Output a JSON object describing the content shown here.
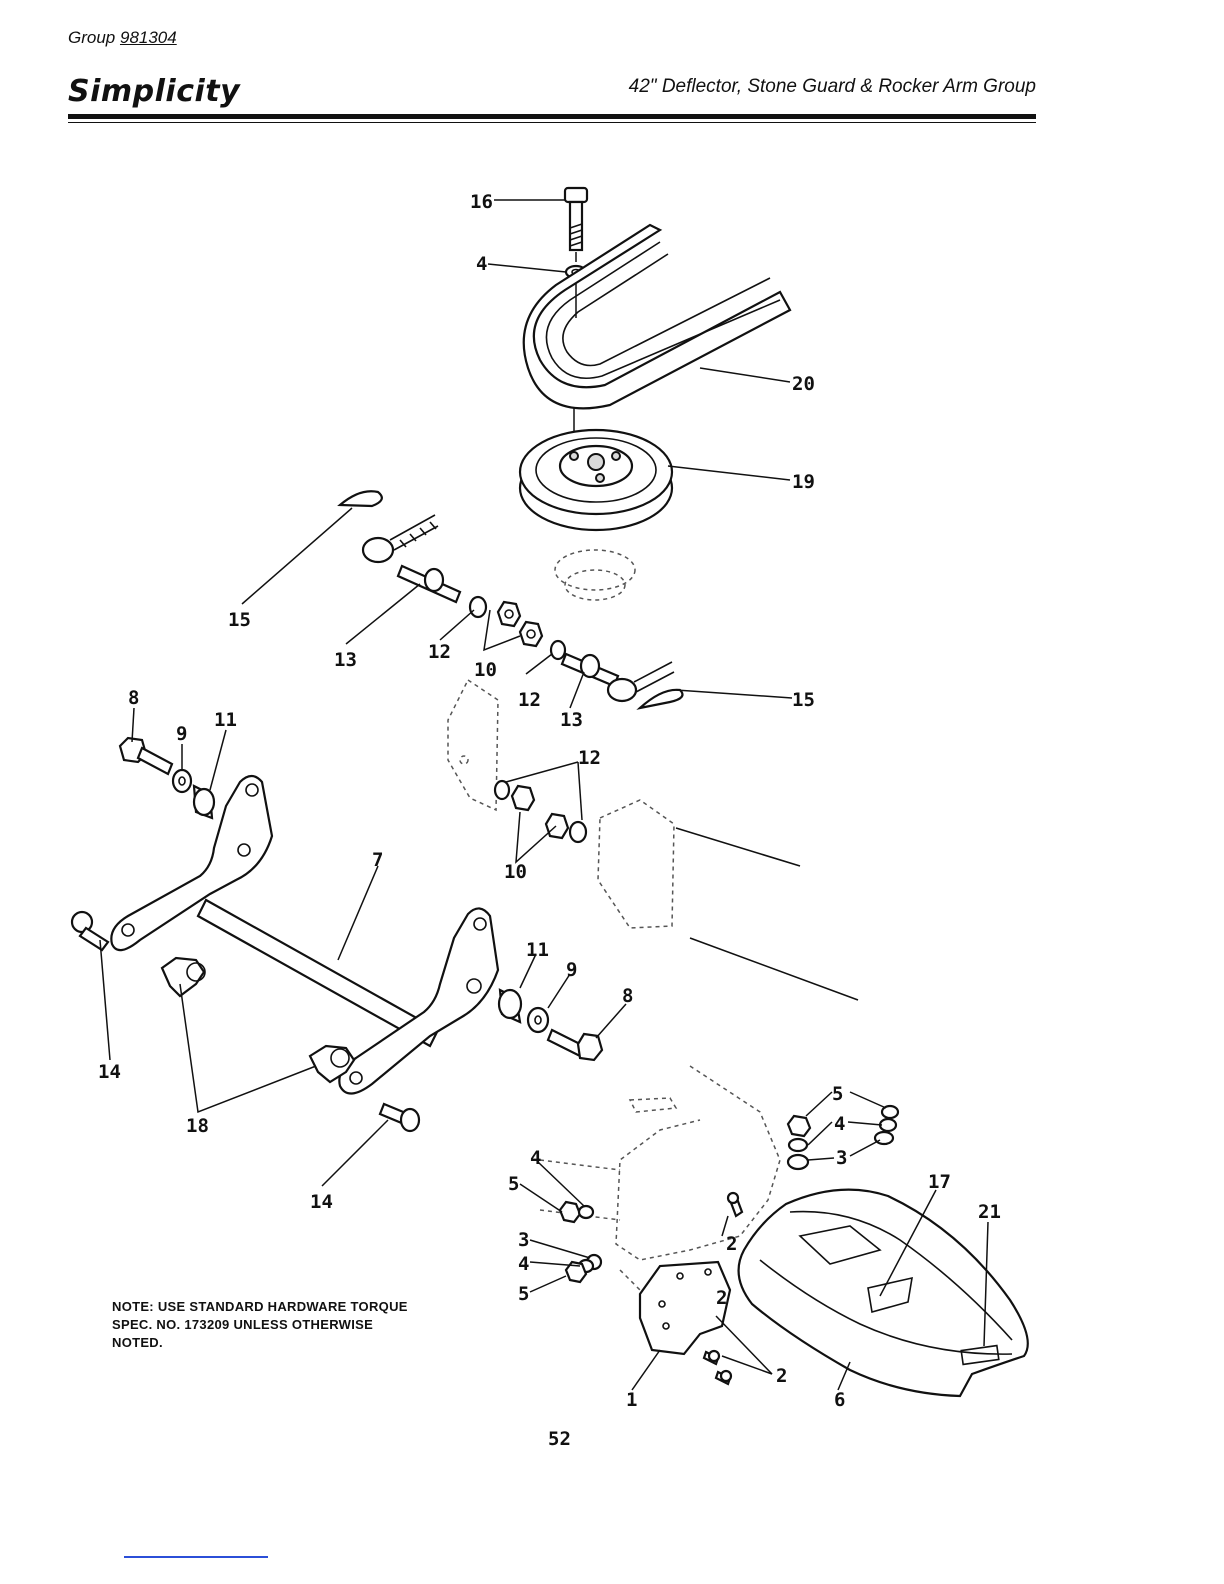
{
  "header": {
    "group_label": "Group",
    "group_number": "981304",
    "brand": "Simplicity",
    "title": "42\" Deflector, Stone Guard & Rocker Arm Group"
  },
  "callouts": {
    "c16": "16",
    "c4a": "4",
    "c20": "20",
    "c19": "19",
    "c15a": "15",
    "c13a": "13",
    "c12a": "12",
    "c10a": "10",
    "c12b": "12",
    "c13b": "13",
    "c15b": "15",
    "c8a": "8",
    "c9a": "9",
    "c11a": "11",
    "c12c": "12",
    "c10b": "10",
    "c7": "7",
    "c11b": "11",
    "c9b": "9",
    "c8b": "8",
    "c14a": "14",
    "c18": "18",
    "c14b": "14",
    "c5a": "5",
    "c4b": "4",
    "c3a": "3",
    "c4c": "4",
    "c5b": "5",
    "c3b": "3",
    "c4d": "4",
    "c5c": "5",
    "c17": "17",
    "c21": "21",
    "c2a": "2",
    "c2b": "2",
    "c2c": "2",
    "c1": "1",
    "c6": "6"
  },
  "note": "NOTE: USE STANDARD HARDWARE TORQUE SPEC. NO. 173209 UNLESS OTHERWISE NOTED.",
  "page_number": "52"
}
